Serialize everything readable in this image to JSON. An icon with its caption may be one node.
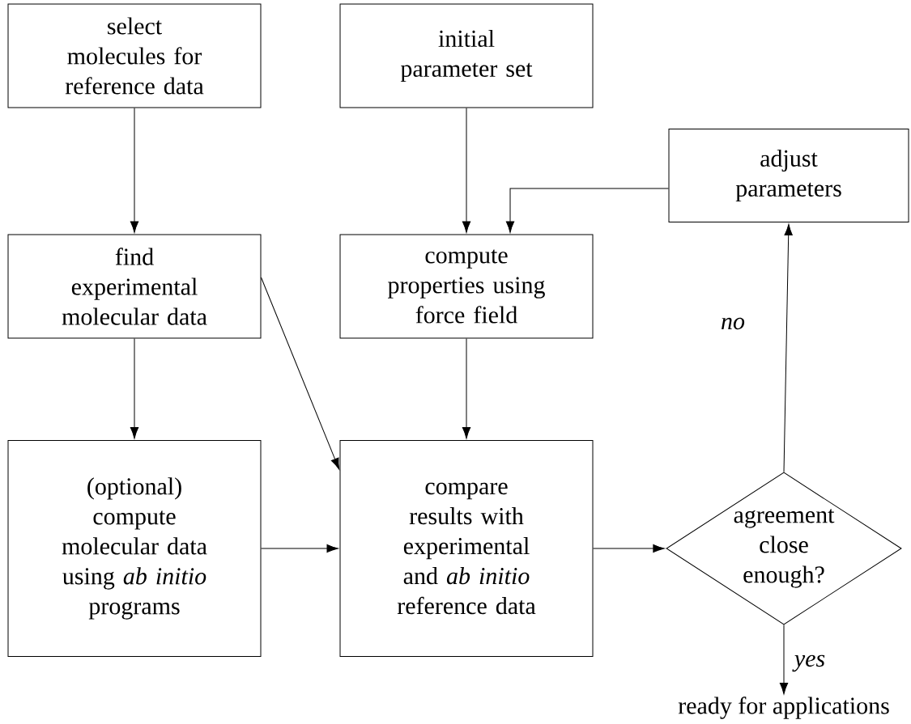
{
  "diagram": {
    "nodes": [
      {
        "text": [
          "select molecules for reference data"
        ]
      },
      {
        "text": [
          "initial parameter set"
        ]
      },
      {
        "text": [
          "adjust parameters"
        ]
      },
      {
        "text": [
          "find experimental molecular data"
        ]
      },
      {
        "text": [
          "compute properties using force field"
        ]
      },
      {
        "text": [
          "(optional) compute molecular data using *ab initio* programs"
        ]
      },
      {
        "text": [
          "compare results with experimental and *ab initio* reference data"
        ]
      },
      {
        "text": [
          "agreement close enough?"
        ]
      },
      {
        "text": [
          "ready for applications"
        ]
      }
    ],
    "edges": [
      {
        "from": 0,
        "to": 3,
        "arrow": "to"
      },
      {
        "from": 3,
        "to": 5,
        "arrow": "to"
      },
      {
        "from": 1,
        "to": 4,
        "arrow": "to"
      },
      {
        "from": 2,
        "to": 4,
        "arrow": "to"
      },
      {
        "from": 3,
        "to": 6,
        "arrow": "to"
      },
      {
        "from": 4,
        "to": 6,
        "arrow": "to"
      },
      {
        "from": 5,
        "to": 6,
        "arrow": "to"
      },
      {
        "from": 6,
        "to": 7,
        "arrow": "to"
      },
      {
        "from": 7,
        "to": 2,
        "arrow": "to",
        "label": "no"
      },
      {
        "from": 7,
        "to": 8,
        "arrow": "to",
        "label": "yes"
      }
    ]
  }
}
